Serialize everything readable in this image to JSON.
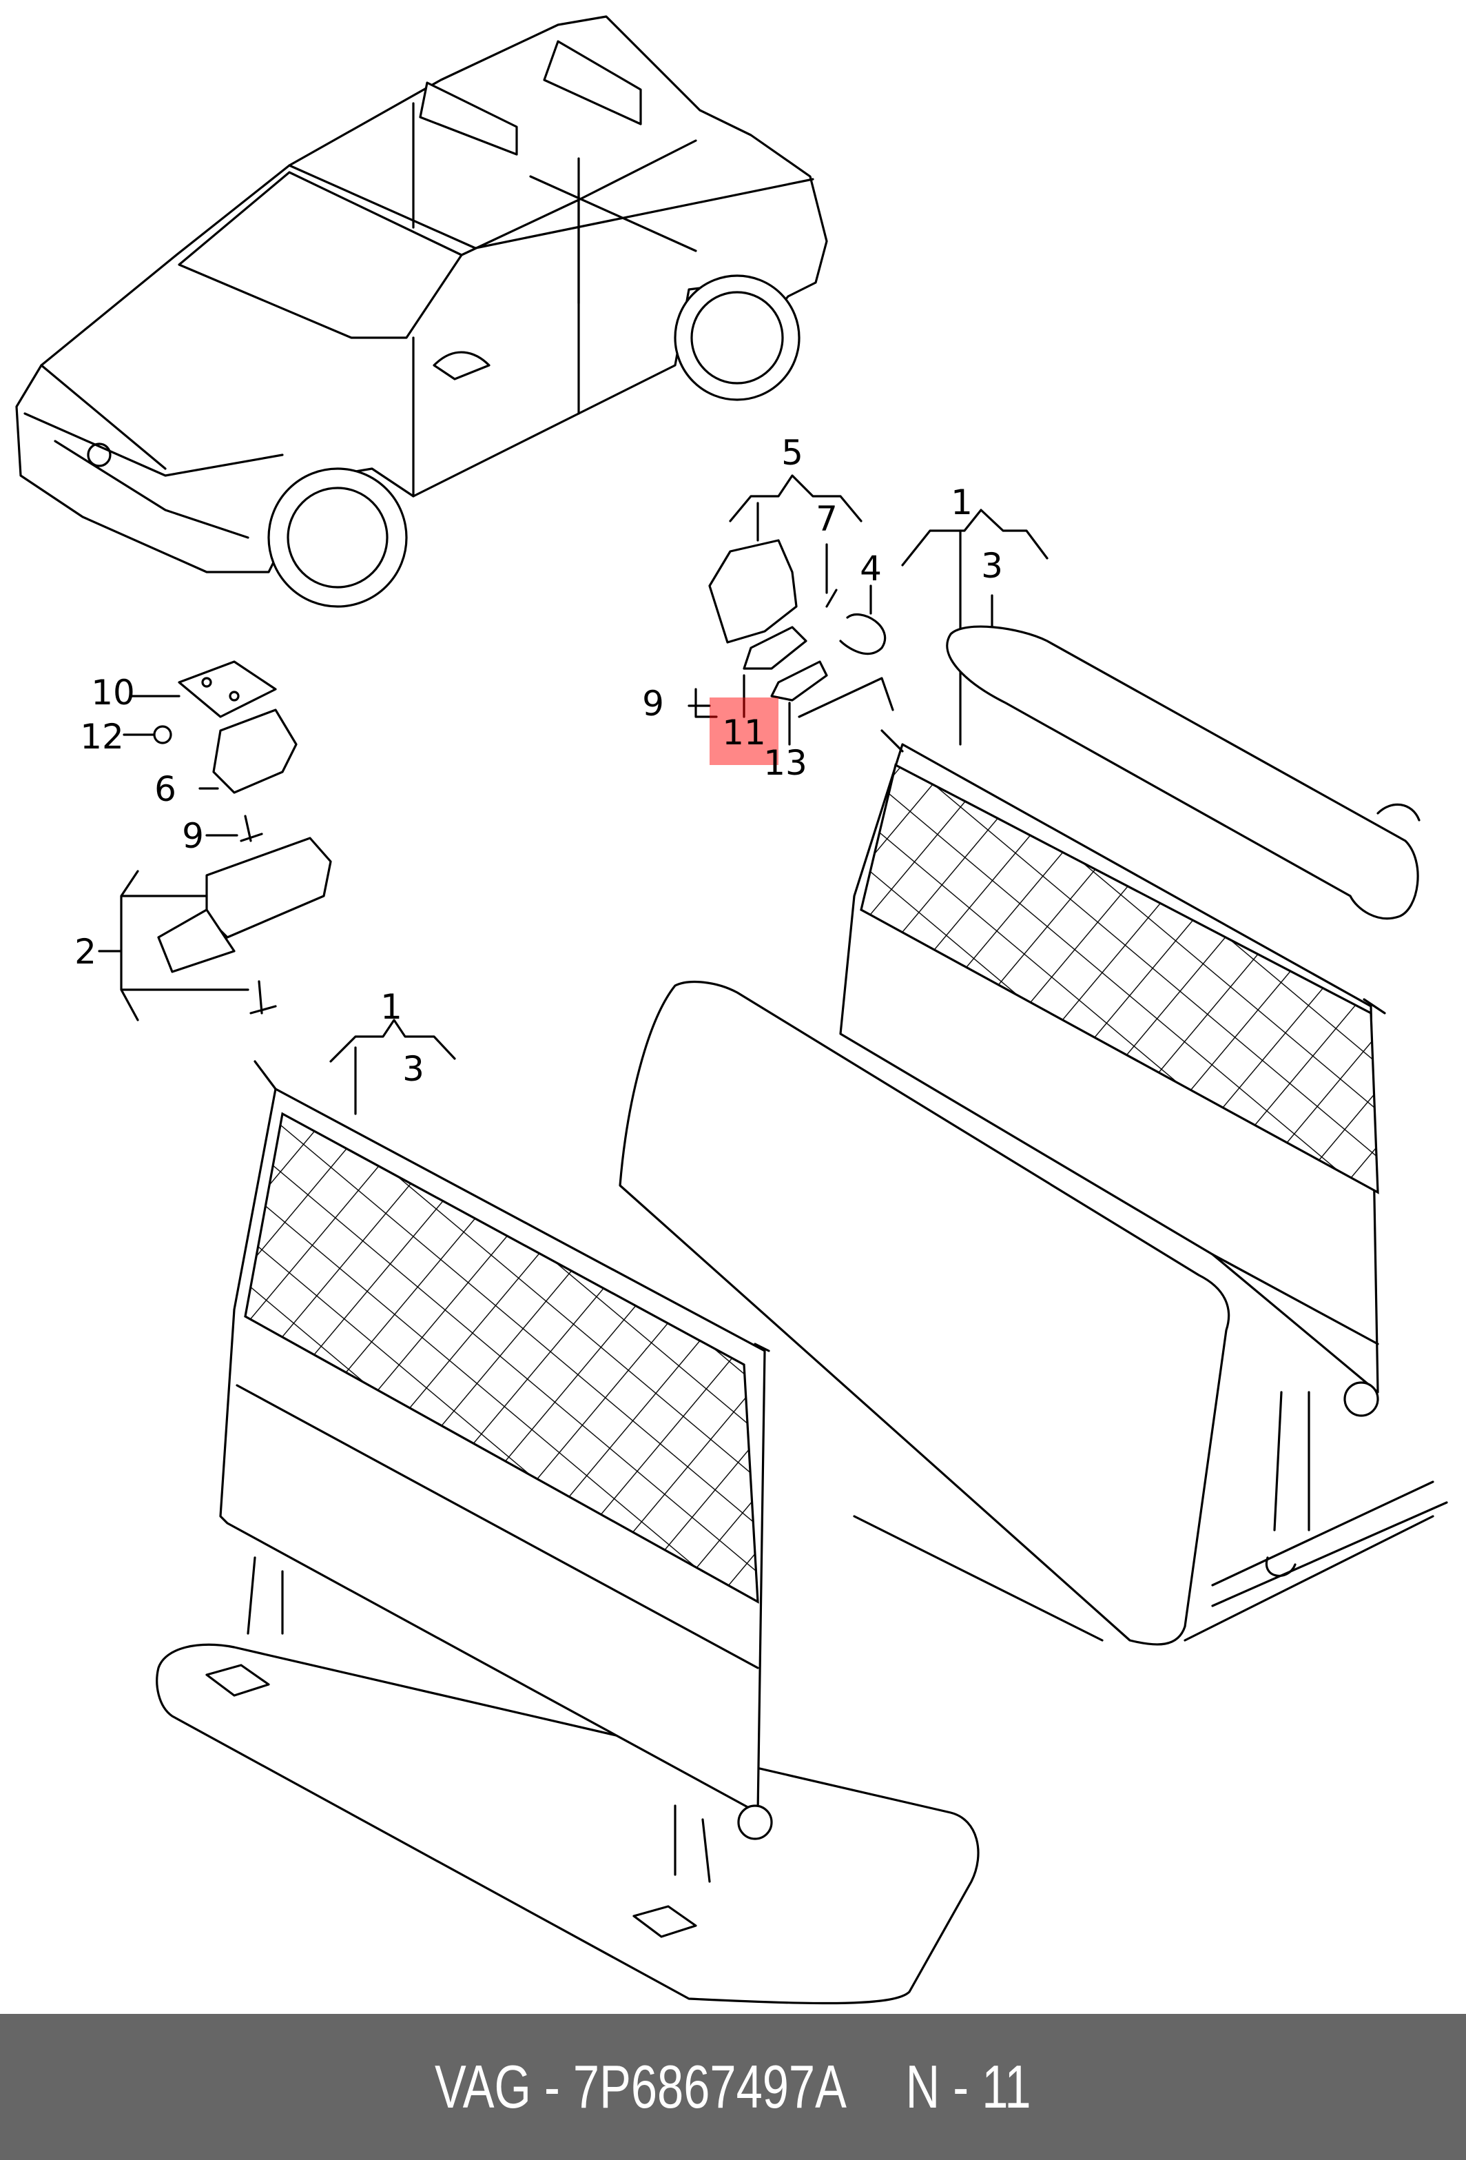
{
  "diagram": {
    "highlight_color": "#ff0000",
    "callouts": {
      "c5": "5",
      "c7": "7",
      "c4": "4",
      "c1a": "1",
      "c3a": "3",
      "c9a": "9",
      "c11": "11",
      "c13": "13",
      "c10": "10",
      "c12": "12",
      "c6": "6",
      "c9b": "9",
      "c2": "2",
      "c1b": "1",
      "c3b": "3"
    },
    "highlighted_part": "11"
  },
  "footer": {
    "part_label": "VAG - 7P6867497A",
    "position_label": "N - 11"
  }
}
